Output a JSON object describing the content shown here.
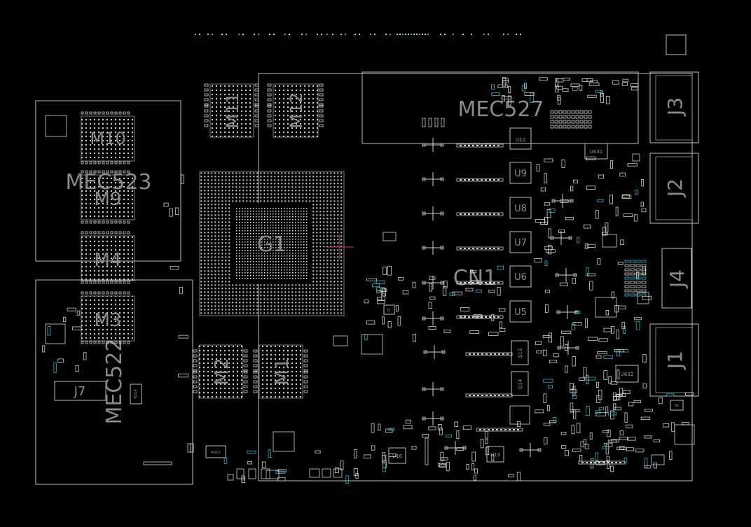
{
  "colors": {
    "background": "#000000",
    "outline": "#bdbdbd",
    "label": "#8a8a8a",
    "pad": "#d0d0d0",
    "pad_accent": "#3cb4c8",
    "crosshair": "#c0405a"
  },
  "labels": {
    "mec527": "MEC527",
    "mec523": "MEC523",
    "mec522": "MEC522",
    "g1": "G1",
    "cn1": "CN1",
    "m1": "M1",
    "m2": "M2",
    "m3": "M3",
    "m4": "M4",
    "m9": "M9",
    "m10": "M10",
    "m11": "M11",
    "m12": "M12",
    "j1": "J1",
    "j2": "J2",
    "j3": "J3",
    "j4": "J4",
    "j7": "J7",
    "u5": "U5",
    "u6": "U6",
    "u7": "U7",
    "u8": "U8",
    "u9": "U9",
    "u10": "U10",
    "u13": "U13",
    "u16": "U16",
    "u631": "U631",
    "u632": "U632",
    "u1": "U1",
    "q13": "Q13",
    "q14": "Q14",
    "y1": "Y1",
    "rs14": "RS14",
    "rs15": "RS15"
  }
}
